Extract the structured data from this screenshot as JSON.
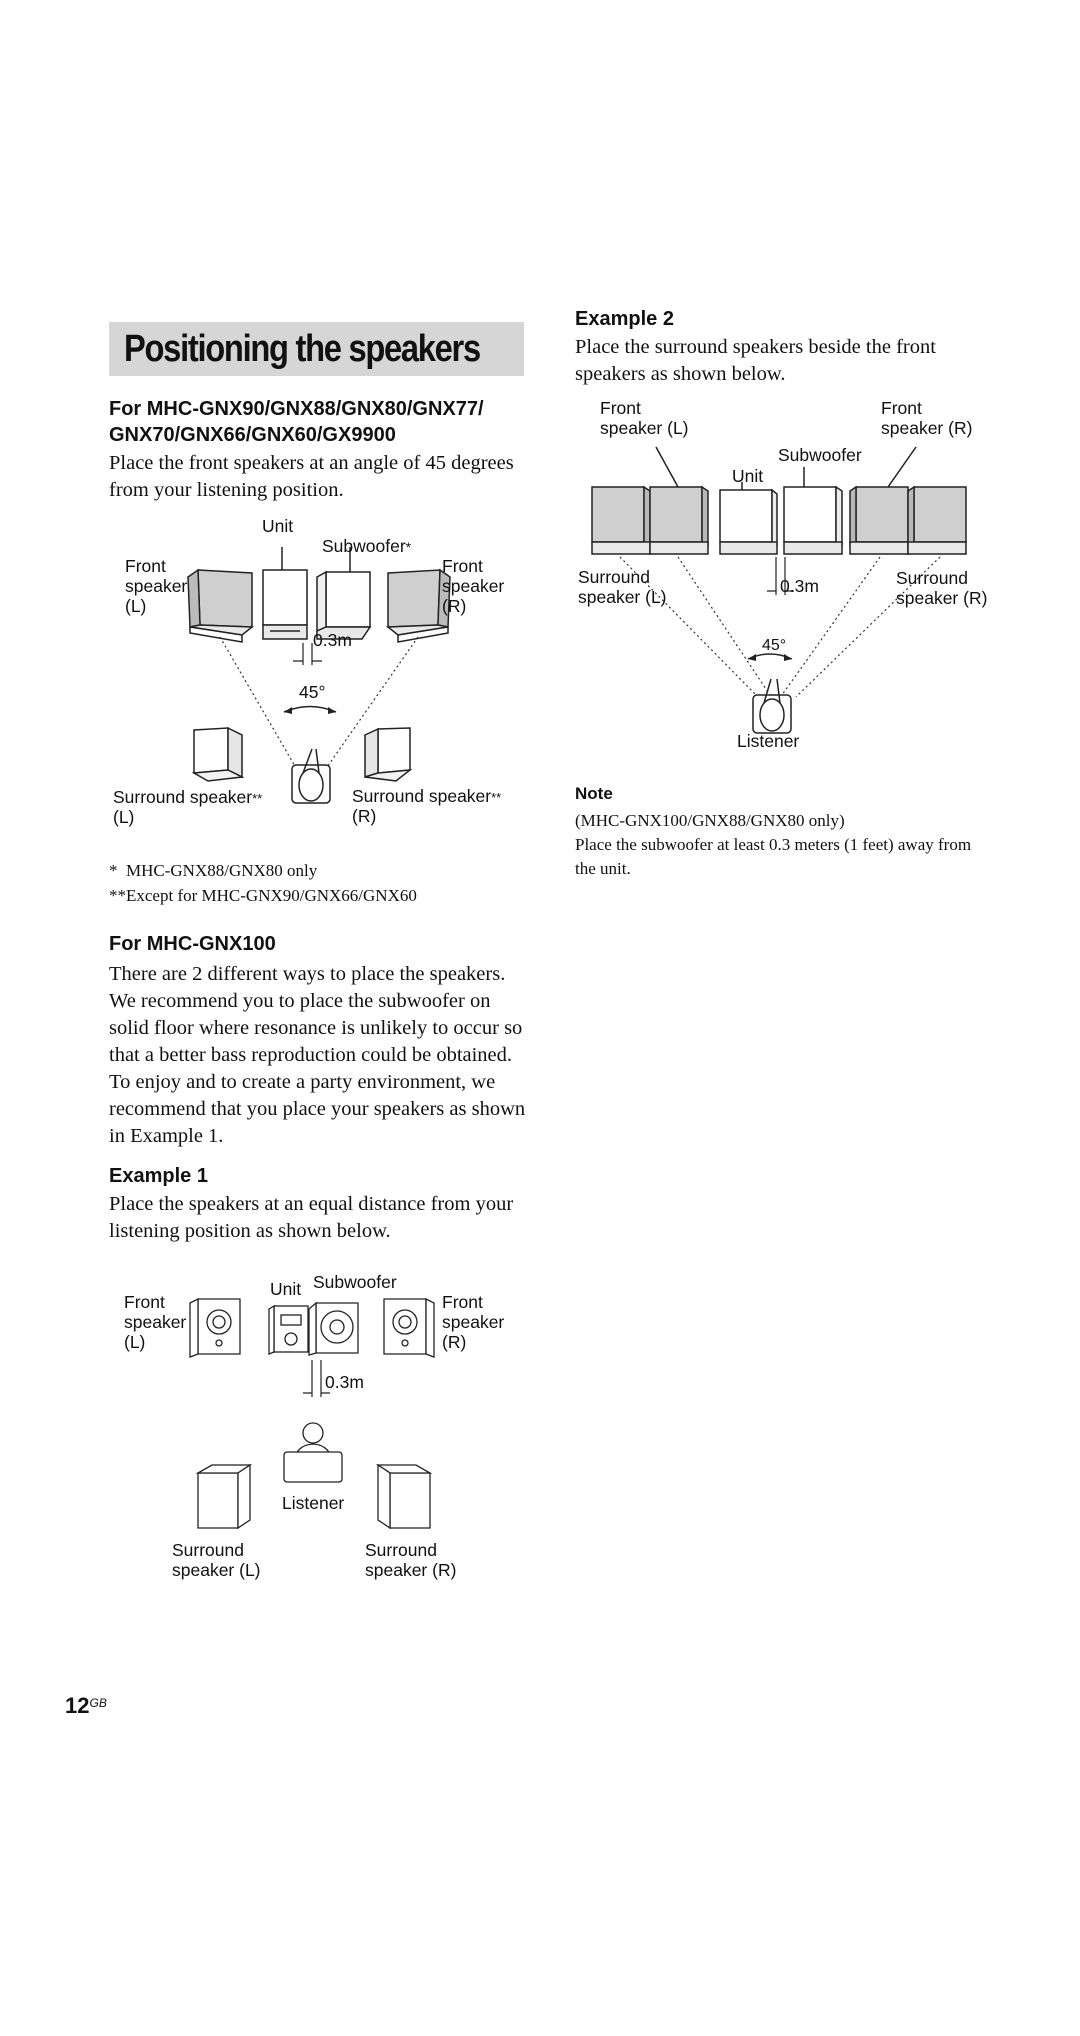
{
  "section_title": "Positioning the speakers",
  "models_heading": "For MHC-GNX90/GNX88/GNX80/GNX77/\nGNX70/GNX66/GNX60/GX9900",
  "models_intro": "Place the front speakers at an angle of 45 degrees from your listening position.",
  "diagram1": {
    "unit": "Unit",
    "subwoofer": "Subwoofer",
    "subwoofer_mark": "*",
    "front_left": "Front\nspeaker\n(L)",
    "front_right": "Front\nspeaker\n(R)",
    "distance": "0.3m",
    "angle": "45°",
    "surround_left": "Surround speaker",
    "surround_left_side": "(L)",
    "surround_right": "Surround speaker",
    "surround_right_side": "(R)",
    "surround_mark": "**"
  },
  "footnotes": [
    {
      "mark": "*",
      "text": "MHC-GNX88/GNX80 only"
    },
    {
      "mark": "**",
      "text": "Except for MHC-GNX90/GNX66/GNX60"
    }
  ],
  "gnx100_heading": "For MHC-GNX100",
  "gnx100_text": "There are 2 different ways to place the speakers. We recommend you to place the subwoofer on solid floor where resonance is unlikely to occur so that a better bass reproduction could be obtained. To enjoy and to create a party environment, we recommend that you place your speakers as shown in Example 1.",
  "example1": {
    "heading": "Example 1",
    "text": "Place the speakers at an equal distance from your listening position as shown below.",
    "front_left": "Front\nspeaker\n(L)",
    "front_right": "Front\nspeaker\n(R)",
    "unit": "Unit",
    "subwoofer": "Subwoofer",
    "distance": "0.3m",
    "listener": "Listener",
    "surround_left": "Surround\nspeaker (L)",
    "surround_right": "Surround\nspeaker (R)"
  },
  "example2": {
    "heading": "Example 2",
    "text": "Place the surround speakers beside the front speakers as shown below.",
    "front_left": "Front\nspeaker (L)",
    "front_right": "Front\nspeaker (R)",
    "subwoofer": "Subwoofer",
    "unit": "Unit",
    "surround_left": "Surround\nspeaker (L)",
    "surround_right": "Surround\nspeaker (R)",
    "distance": "0.3m",
    "angle": "45°",
    "listener": "Listener"
  },
  "note": {
    "heading": "Note",
    "model": "(MHC-GNX100/GNX88/GNX80 only)",
    "text": "Place the subwoofer at least 0.3 meters (1 feet) away from the unit."
  },
  "page_number": "12",
  "page_suffix": "GB"
}
